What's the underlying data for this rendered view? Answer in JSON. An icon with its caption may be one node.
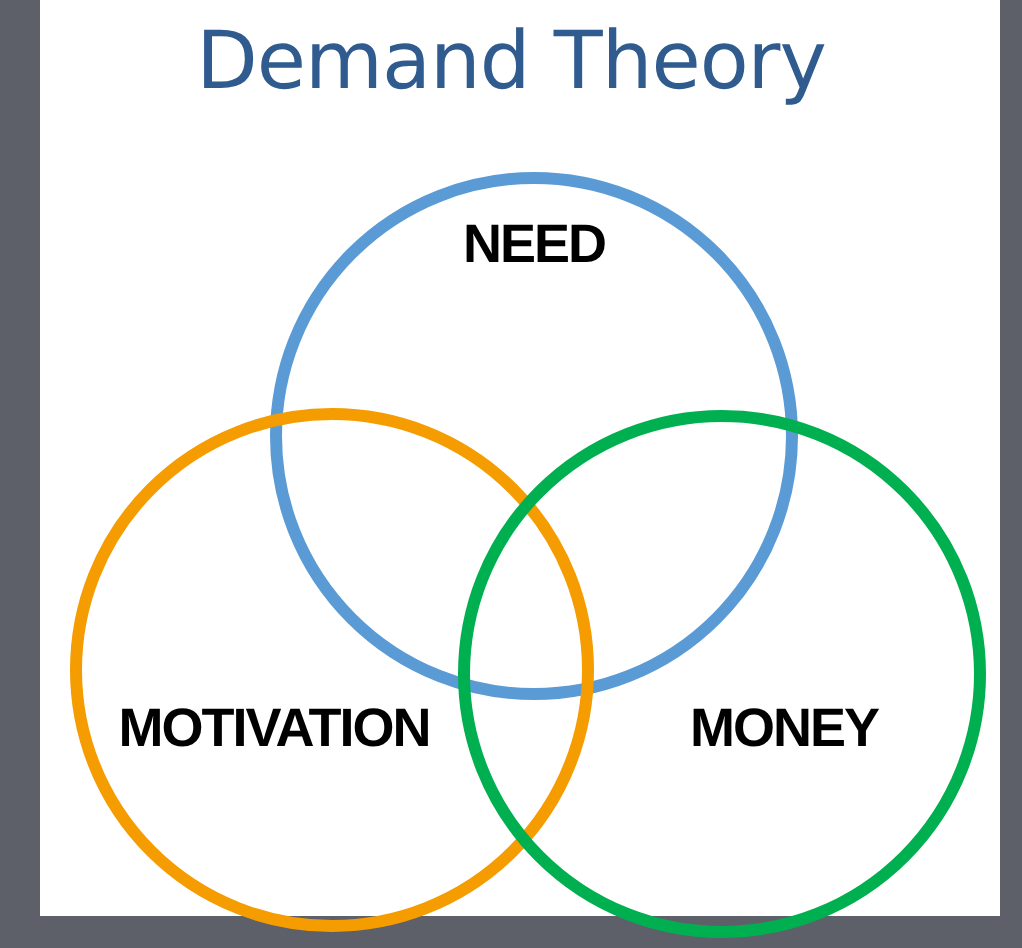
{
  "diagram": {
    "title": "Demand Theory",
    "nodes": [
      {
        "text": [
          "NEED"
        ]
      },
      {
        "text": [
          "MOTIVATION"
        ]
      },
      {
        "text": [
          "MONEY"
        ]
      }
    ]
  }
}
